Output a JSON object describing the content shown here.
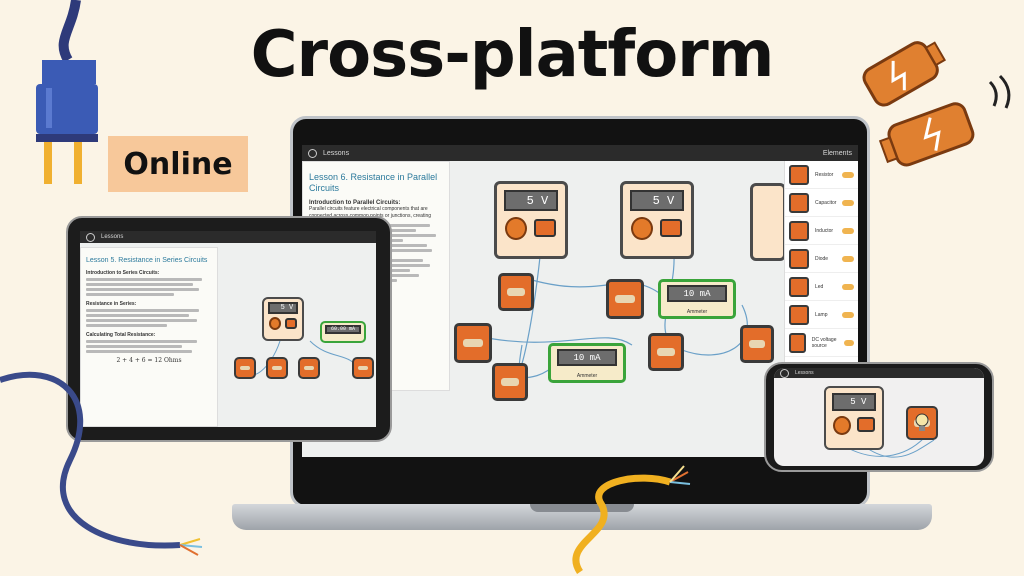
{
  "headline": "Cross-platform",
  "badge": "Online",
  "laptop_app": {
    "lessons_tab": "Lessons",
    "elements_tab": "Elements",
    "lesson_title": "Lesson 6. Resistance in Parallel Circuits",
    "section_heading": "Introduction to Parallel Circuits:",
    "intro_text": "Parallel circuits feature electrical components that are connected across common points or junctions, creating",
    "elements": [
      {
        "label": "Resistor",
        "icon": "resistor-icon"
      },
      {
        "label": "Capacitor",
        "icon": "capacitor-icon"
      },
      {
        "label": "Inductor",
        "icon": "inductor-icon"
      },
      {
        "label": "Diode",
        "icon": "diode-icon"
      },
      {
        "label": "Led",
        "icon": "led-icon"
      },
      {
        "label": "Lamp",
        "icon": "lamp-icon"
      },
      {
        "label": "DC voltage source",
        "icon": "dc-source-icon"
      }
    ],
    "source_voltage_1": "5 V",
    "source_voltage_2": "5 V",
    "ammeter_1_value": "10 mA",
    "ammeter_1_label": "Ammeter",
    "ammeter_2_value": "10 mA",
    "ammeter_2_label": "Ammeter"
  },
  "tablet_app": {
    "lessons_tab": "Lessons",
    "lesson_title": "Lesson 5. Resistance in Series Circuits",
    "section_1": "Introduction to Series Circuits:",
    "section_2": "Resistance in Series:",
    "section_3": "Calculating Total Resistance:",
    "formula": "2 + 4 + 6 = 12 Ohms",
    "source_voltage": "5 V",
    "ammeter_value": "60.00 mA"
  },
  "phone_app": {
    "lessons_tab": "Lessons",
    "source_voltage": "5 V"
  },
  "colors": {
    "background": "#fbf4e6",
    "badge": "#f7c89a",
    "component_orange": "#e36d2a",
    "ammeter_green": "#3aa43a",
    "lesson_title_blue": "#2c7a9c"
  }
}
